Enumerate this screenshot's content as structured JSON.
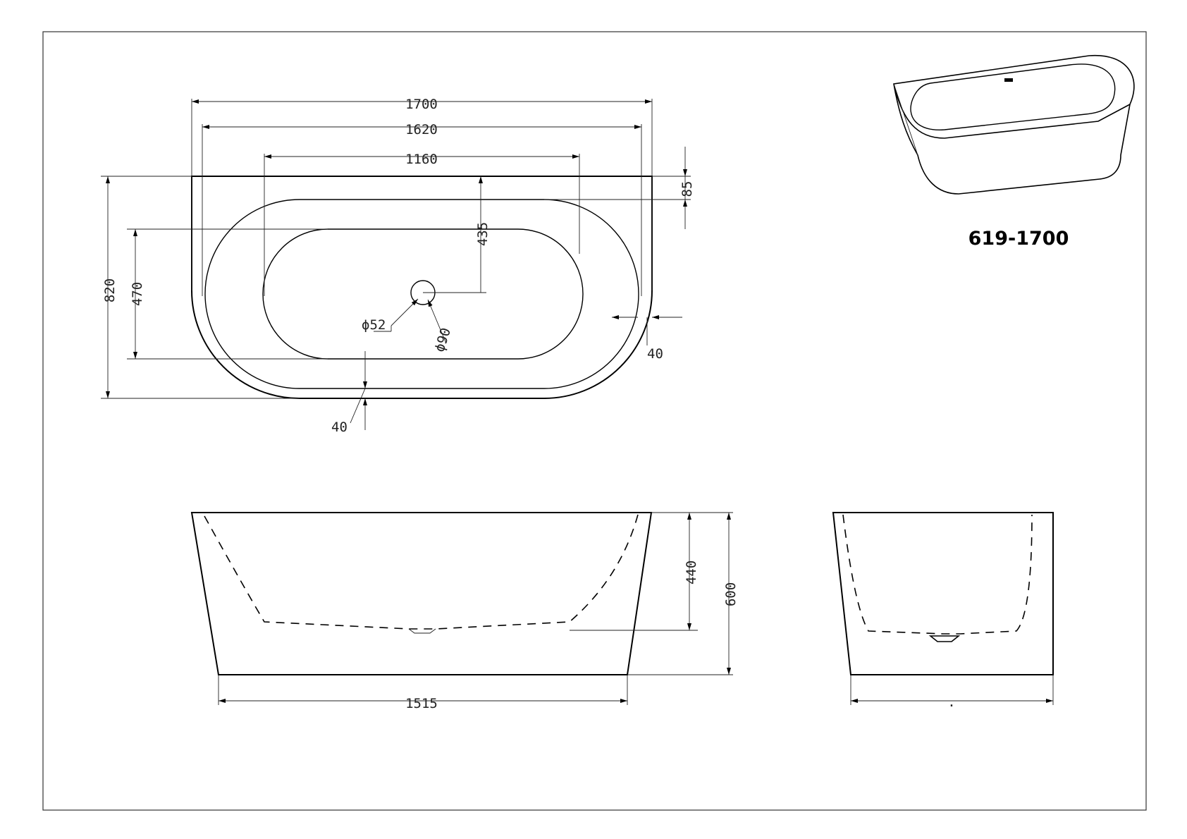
{
  "model_code": "619-1700",
  "dimensions": {
    "overall_length": "1700",
    "rim_length": "1620",
    "basin_length": "1160",
    "rim_offset_top": "85",
    "drain_offset": "435",
    "overall_width": "820",
    "basin_width": "470",
    "drain_inner_diameter": "ϕ52",
    "drain_outer_diameter": "ϕ90",
    "rim_thickness_side": "40",
    "rim_thickness_front": "40",
    "base_length": "1515",
    "inner_depth": "440",
    "overall_height": "600",
    "side_base_width": "."
  }
}
